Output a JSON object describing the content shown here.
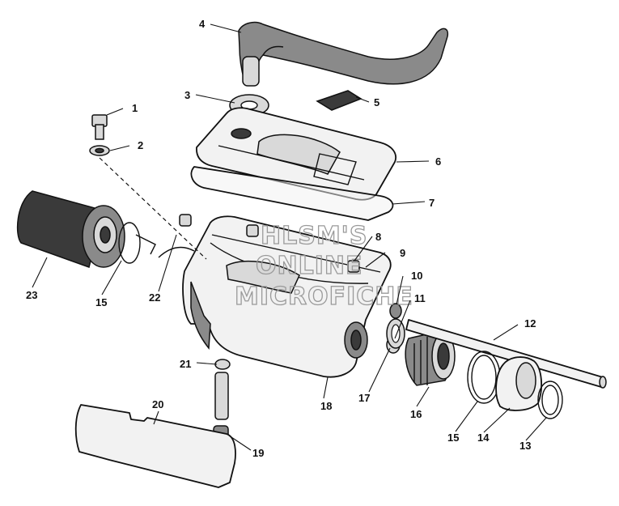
{
  "diagram": {
    "callouts": [
      "1",
      "2",
      "3",
      "4",
      "5",
      "6",
      "7",
      "8",
      "9",
      "10",
      "11",
      "12",
      "13",
      "14",
      "15",
      "15",
      "16",
      "17",
      "18",
      "19",
      "20",
      "21",
      "22",
      "23"
    ],
    "watermark": [
      "HLSM'S",
      "ONLINE",
      "MICROFICHE"
    ]
  }
}
